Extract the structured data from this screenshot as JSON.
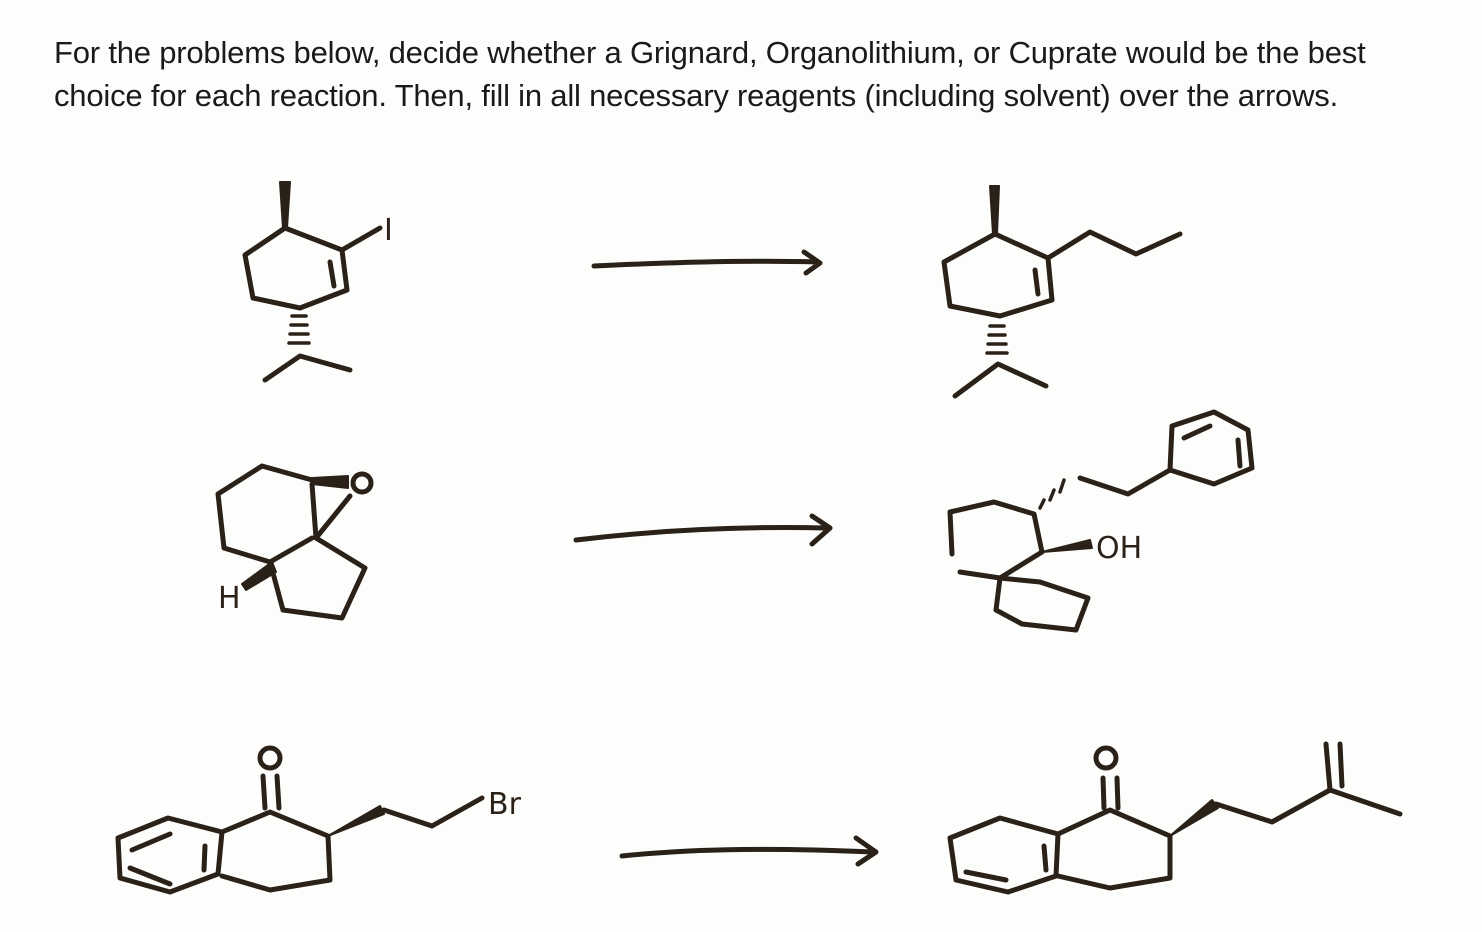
{
  "instructions": "For the problems below, decide whether a Grignard, Organolithium, or Cuprate would be the best choice for each reaction. Then, fill in all necessary reagents (including solvent) over the arrows.",
  "atom_labels": {
    "iodine": "I",
    "hydrogen": "H",
    "oxygen": "O",
    "hydroxyl": "OH",
    "bromine": "Br"
  },
  "reactions": [
    {
      "id": 1,
      "reagents_over_arrow": ""
    },
    {
      "id": 2,
      "reagents_over_arrow": ""
    },
    {
      "id": 3,
      "reagents_over_arrow": ""
    }
  ]
}
